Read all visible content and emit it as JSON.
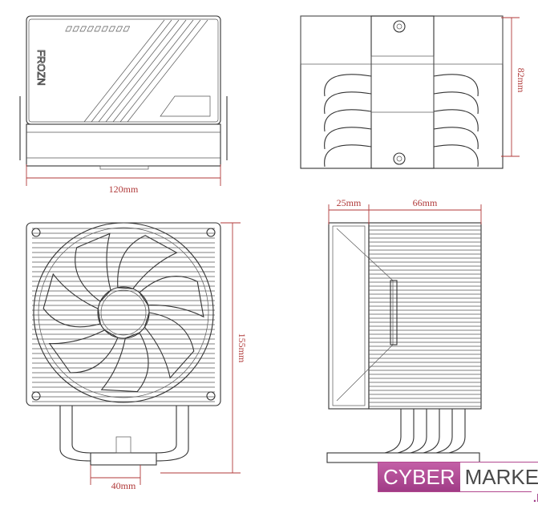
{
  "views": {
    "front_top": {
      "brand": "FROZN",
      "width_label": "120mm"
    },
    "top": {
      "height_label": "82mm"
    },
    "front": {
      "height_label": "155mm",
      "base_label": "40mm"
    },
    "side": {
      "fan_depth_label": "25mm",
      "heatsink_depth_label": "66mm"
    }
  },
  "watermark": {
    "part1": "CYBER",
    "part2": "MARKET",
    "suffix": ".BY"
  },
  "colors": {
    "dimension": "#b03a3a",
    "brand": "#a03c86"
  }
}
